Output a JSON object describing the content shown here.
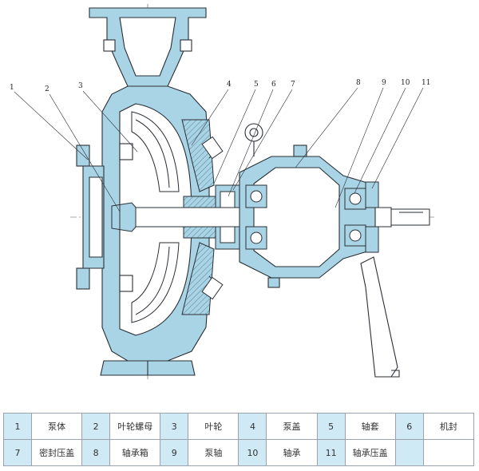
{
  "callouts": [
    "1",
    "2",
    "3",
    "4",
    "5",
    "6",
    "7",
    "8",
    "9",
    "10",
    "11"
  ],
  "legend": {
    "rows": [
      [
        {
          "num": "1",
          "name": "泵体"
        },
        {
          "num": "2",
          "name": "叶轮螺母"
        },
        {
          "num": "3",
          "name": "叶轮"
        },
        {
          "num": "4",
          "name": "泵盖"
        },
        {
          "num": "5",
          "name": "轴套"
        },
        {
          "num": "6",
          "name": "机封"
        }
      ],
      [
        {
          "num": "7",
          "name": "密封压盖"
        },
        {
          "num": "8",
          "name": "轴承箱"
        },
        {
          "num": "9",
          "name": "泵轴"
        },
        {
          "num": "10",
          "name": "轴承"
        },
        {
          "num": "11",
          "name": "轴承压盖"
        }
      ]
    ]
  },
  "colors": {
    "casing_fill": "#a9d4e6",
    "line": "#2a2f36",
    "hatch": "#5b7f91",
    "legend_number_fill": "#cfe9f5",
    "grid_line": "#9aa3ad"
  }
}
